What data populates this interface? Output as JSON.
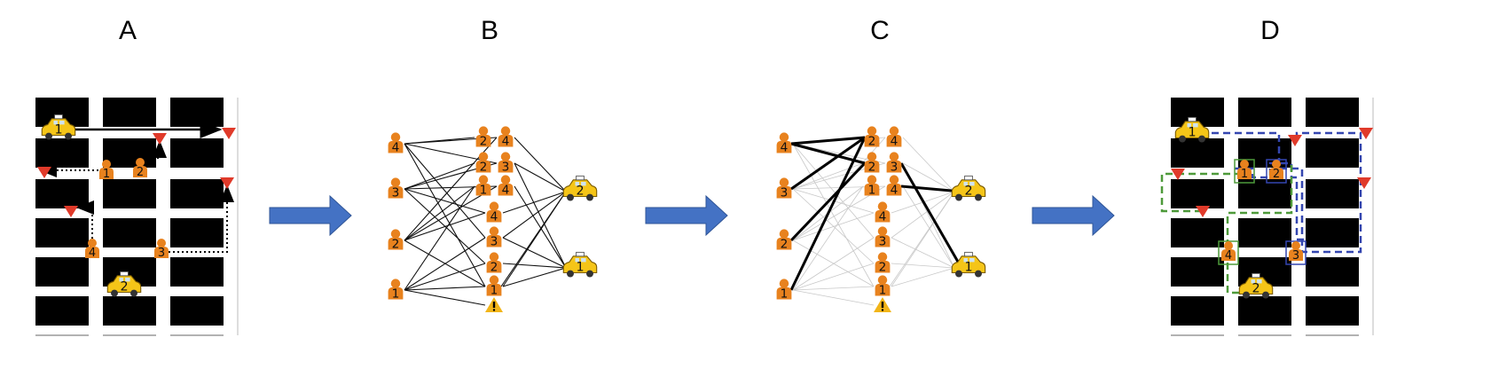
{
  "panels": [
    {
      "id": "A",
      "label": "A"
    },
    {
      "id": "B",
      "label": "B"
    },
    {
      "id": "C",
      "label": "C"
    },
    {
      "id": "D",
      "label": "D"
    }
  ],
  "icons": {
    "person": "person-icon",
    "taxi": "taxi-icon",
    "destination": "destination-marker-icon",
    "warning": "warning-icon",
    "arrow": "arrow-right-icon"
  },
  "colors": {
    "block": "#000000",
    "person": "#E8821E",
    "taxi": "#F5C518",
    "destination": "#E03A2A",
    "arrow": "#4472C4",
    "warning": "#F2B519",
    "green_route": "#4E9A3A",
    "blue_route": "#3446B0"
  },
  "panel_a": {
    "taxis": [
      "1",
      "2"
    ],
    "requests": [
      "1",
      "2",
      "3",
      "4"
    ]
  },
  "panel_b": {
    "left_requests": [
      "4",
      "3",
      "2",
      "1"
    ],
    "trips_col1": [
      "2",
      "2",
      "1",
      "4",
      "3",
      "2",
      "1"
    ],
    "trips_col2": [
      "4",
      "3",
      "4"
    ],
    "taxis": [
      "2",
      "1"
    ]
  },
  "panel_c": {
    "left_requests": [
      "4",
      "3",
      "2",
      "1"
    ],
    "trips_col1": [
      "2",
      "2",
      "1",
      "4",
      "3",
      "2",
      "1"
    ],
    "trips_col2": [
      "4",
      "3",
      "4"
    ],
    "taxis": [
      "2",
      "1"
    ]
  },
  "panel_d": {
    "taxis": [
      "1",
      "2"
    ],
    "requests": [
      "1",
      "2",
      "3",
      "4"
    ]
  }
}
